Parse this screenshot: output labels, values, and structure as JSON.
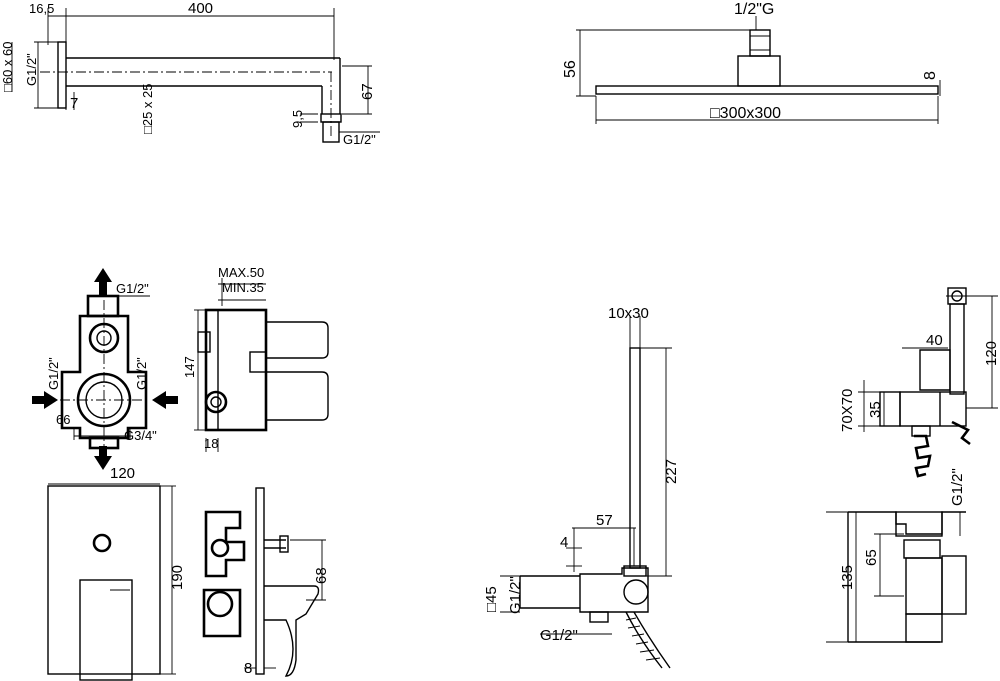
{
  "shower_arm": {
    "dim_flange": "16,5",
    "dim_length": "400",
    "dim_square_plate": "□60 x 60",
    "dim_thread_wall": "G1/2\"",
    "dim_depth": "7",
    "dim_tube": "□25 x 25",
    "dim_drop": "67",
    "dim_outlet": "9,5",
    "dim_thread_outlet": "G1/2\""
  },
  "shower_head": {
    "dim_thread": "1/2\"G",
    "dim_height": "56",
    "dim_thickness": "8",
    "dim_size": "□300x300"
  },
  "mixer_body": {
    "dim_top_thread": "G1/2\"",
    "dim_left_thread": "G1/2\"",
    "dim_right_thread": "G1/2\"",
    "dim_width": "66",
    "dim_bottom_thread": "G3/4\"",
    "dim_max": "MAX.50",
    "dim_min": "MIN.35",
    "dim_height": "147",
    "dim_base": "18"
  },
  "mixer_plate": {
    "dim_width": "120",
    "dim_height": "190",
    "dim_lever": "68",
    "dim_plate": "8"
  },
  "hand_shower": {
    "dim_section": "10x30",
    "dim_length": "227",
    "dim_offset": "57",
    "dim_gap": "4",
    "dim_base": "□45",
    "dim_thread_side": "G1/2\"",
    "dim_thread_bottom": "G1/2\""
  },
  "wall_outlet": {
    "dim_width": "40",
    "dim_height": "120",
    "dim_plate": "70X70",
    "dim_body": "35",
    "dim_thread": "G1/2\"",
    "dim_total": "135",
    "dim_inner": "65"
  }
}
